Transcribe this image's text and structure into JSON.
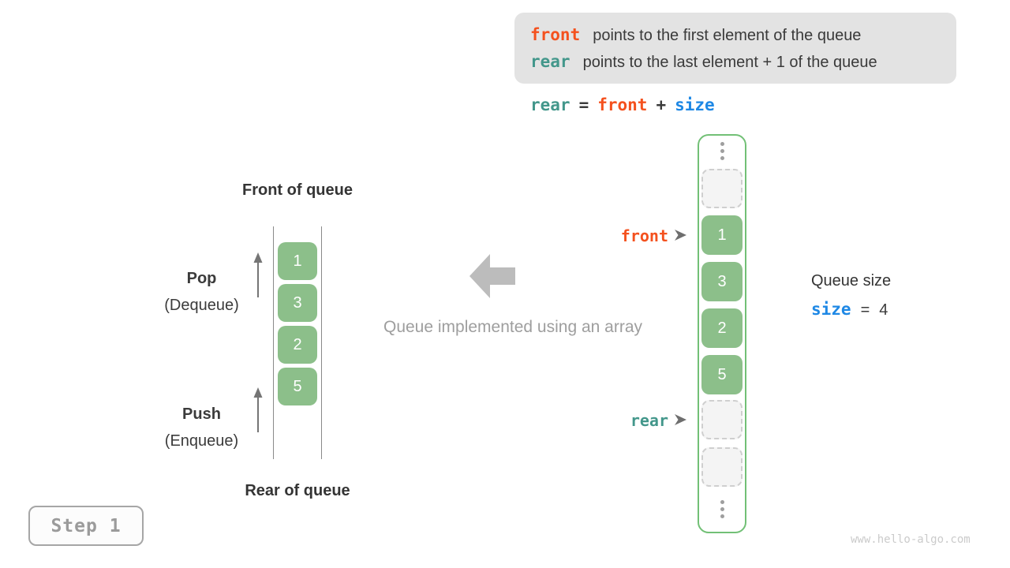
{
  "colors": {
    "front_accent": "#f4511e",
    "rear_accent": "#43978b",
    "size_accent": "#1e88e5",
    "cell_green": "#8cbf8a",
    "array_border_green": "#72c076",
    "muted_gray": "#9e9e9e",
    "info_box_bg": "#e3e3e3"
  },
  "info_box": {
    "line1": {
      "term": "front",
      "desc": "points to the first element of the queue"
    },
    "line2": {
      "term": "rear",
      "desc": "points to the last element + 1 of the queue"
    }
  },
  "formula": {
    "rear": "rear",
    "equals": "=",
    "front": "front",
    "plus": "+",
    "size": "size"
  },
  "left_diagram": {
    "front_label": "Front of queue",
    "rear_label": "Rear of queue",
    "pop": "Pop",
    "pop_sub": "(Dequeue)",
    "push": "Push",
    "push_sub": "(Enqueue)"
  },
  "queue_values": [
    "1",
    "3",
    "2",
    "5"
  ],
  "center": {
    "caption": "Queue implemented using an array"
  },
  "pointers": {
    "front": "front",
    "rear": "rear"
  },
  "size_info": {
    "title": "Queue size",
    "var": "size",
    "equals": "=",
    "value": "4"
  },
  "step": {
    "label": "Step 1"
  },
  "watermark": "www.hello-algo.com"
}
